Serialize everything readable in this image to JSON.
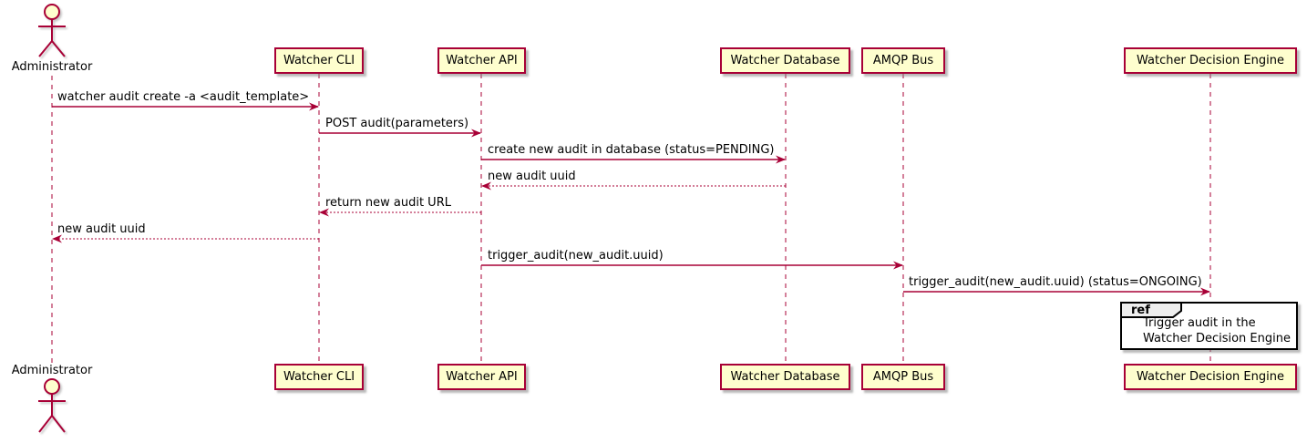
{
  "actor": {
    "name": "Administrator"
  },
  "participants": [
    {
      "label": "Watcher CLI"
    },
    {
      "label": "Watcher API"
    },
    {
      "label": "Watcher Database"
    },
    {
      "label": "AMQP Bus"
    },
    {
      "label": "Watcher Decision Engine"
    }
  ],
  "messages": [
    {
      "from": "Administrator",
      "to": "Watcher CLI",
      "line": "solid",
      "label": "watcher audit create -a <audit_template>"
    },
    {
      "from": "Watcher CLI",
      "to": "Watcher API",
      "line": "solid",
      "label": "POST audit(parameters)"
    },
    {
      "from": "Watcher API",
      "to": "Watcher Database",
      "line": "solid",
      "label": "create new audit in database (status=PENDING)"
    },
    {
      "from": "Watcher Database",
      "to": "Watcher API",
      "line": "dashed",
      "label": "new audit uuid"
    },
    {
      "from": "Watcher API",
      "to": "Watcher CLI",
      "line": "dashed",
      "label": "return new audit URL"
    },
    {
      "from": "Watcher CLI",
      "to": "Administrator",
      "line": "dashed",
      "label": "new audit uuid"
    },
    {
      "from": "Watcher API",
      "to": "AMQP Bus",
      "line": "solid",
      "label": "trigger_audit(new_audit.uuid)"
    },
    {
      "from": "AMQP Bus",
      "to": "Watcher Decision Engine",
      "line": "solid",
      "label": "trigger_audit(new_audit.uuid) (status=ONGOING)"
    }
  ],
  "ref": {
    "keyword": "ref",
    "line1": "Trigger audit in the",
    "line2": "Watcher Decision Engine"
  },
  "colors": {
    "participant_fill": "#FEFECE",
    "line_color": "#A80036",
    "ref_header_fill": "#EEEEEE",
    "ref_border": "#000000",
    "text": "#000000",
    "background": "#FFFFFF"
  }
}
